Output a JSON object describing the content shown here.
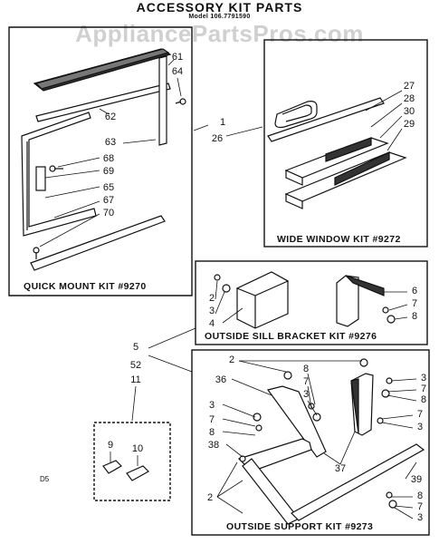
{
  "header": {
    "title": "ACCESSORY KIT PARTS",
    "model": "Model 106.7791590",
    "watermark": "AppliancePartsPros.com"
  },
  "kits": {
    "quick_mount": "QUICK MOUNT KIT #9270",
    "wide_window": "WIDE WINDOW KIT #9272",
    "sill_bracket": "OUTSIDE SILL BRACKET KIT #9276",
    "support": "OUTSIDE SUPPORT KIT #9273"
  },
  "corner_code": "D5",
  "callouts": {
    "qm": [
      "61",
      "64",
      "62",
      "63",
      "68",
      "69",
      "65",
      "67",
      "70"
    ],
    "ww": [
      "27",
      "28",
      "30",
      "29"
    ],
    "mid": [
      "1",
      "26"
    ],
    "left_mid": [
      "5",
      "52",
      "11"
    ],
    "small": [
      "9",
      "10"
    ],
    "sb_left": [
      "2",
      "3",
      "4"
    ],
    "sb_right": [
      "6",
      "7",
      "8"
    ],
    "os_top": [
      "2"
    ],
    "os_left": [
      "36",
      "3",
      "7",
      "8",
      "38",
      "2"
    ],
    "os_mid": [
      "8",
      "7",
      "3"
    ],
    "os_right": [
      "3",
      "7",
      "8",
      "7",
      "3"
    ],
    "os_bottom": [
      "37",
      "39",
      "8",
      "7",
      "3"
    ]
  }
}
